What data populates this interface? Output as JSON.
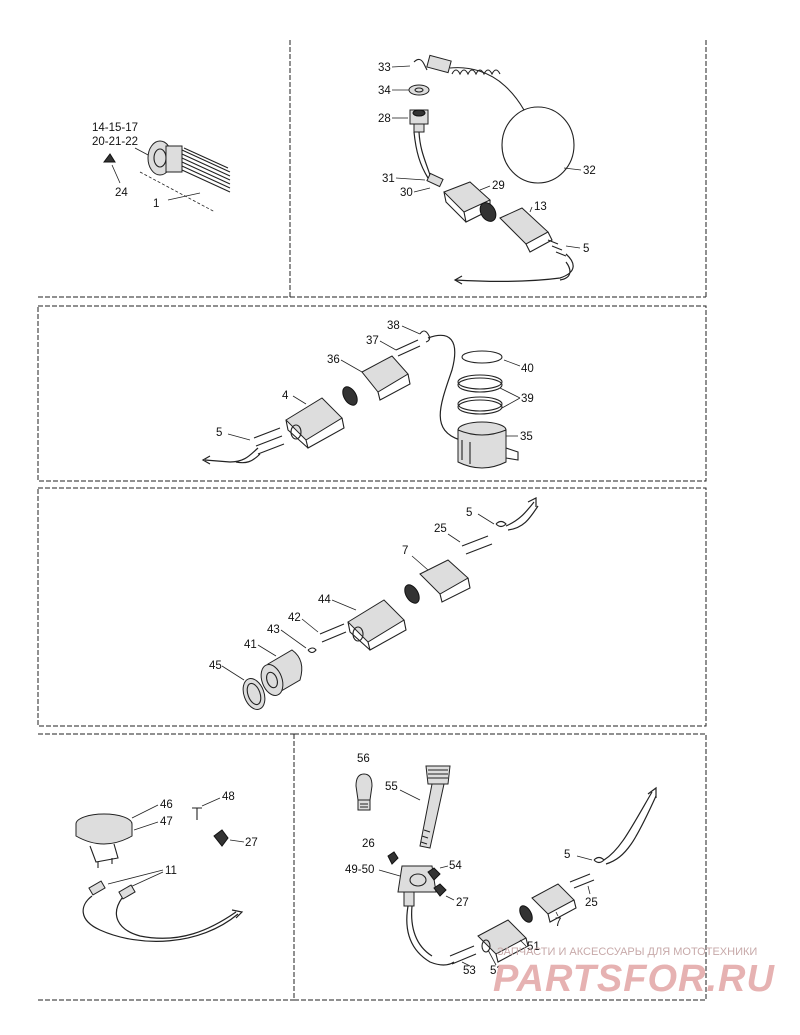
{
  "callouts": {
    "p1": {
      "c1": "14-15-17",
      "c2": "20-21-22",
      "c3": "24",
      "c4": "1"
    },
    "p2": {
      "c33": "33",
      "c34": "34",
      "c28": "28",
      "c32": "32",
      "c31": "31",
      "c30": "30",
      "c29": "29",
      "c13": "13",
      "c5": "5"
    },
    "p3": {
      "c38": "38",
      "c37": "37",
      "c36": "36",
      "c40": "40",
      "c4": "4",
      "c39": "39",
      "c5": "5",
      "c35": "35"
    },
    "p4": {
      "c5": "5",
      "c25": "25",
      "c7": "7",
      "c44": "44",
      "c42": "42",
      "c43": "43",
      "c41": "41",
      "c45": "45"
    },
    "p5": {
      "c48": "48",
      "c46": "46",
      "c47": "47",
      "c27": "27",
      "c11": "11"
    },
    "p6": {
      "c56": "56",
      "c55": "55",
      "c26": "26",
      "c4950": "49-50",
      "c54": "54",
      "c27": "27",
      "c5": "5",
      "c25": "25",
      "c7": "7",
      "c51": "51",
      "c53": "53",
      "c52": "52"
    }
  },
  "watermark": {
    "caption": "ЗАПЧАСТИ И АКСЕССУАРЫ ДЛЯ МОТОТЕХНИКИ",
    "logo": "PARTSFOR.RU"
  },
  "colors": {
    "ink": "#222222",
    "watermark": "#e6b2b2"
  }
}
